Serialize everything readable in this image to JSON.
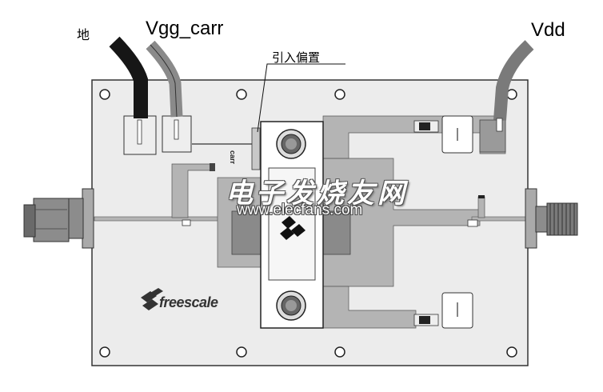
{
  "labels": {
    "ground": "地",
    "vgg": "Vgg_carr",
    "vdd": "Vdd",
    "bias": "引入偏置",
    "carr_mark": "carr"
  },
  "watermark": {
    "site_cn": "电子发烧友网",
    "url": "www.elecfans.com"
  },
  "logo": {
    "text": "freescale"
  },
  "colors": {
    "board": "#ececec",
    "trace": "#b4b4b4",
    "pad": "#9a9a9a",
    "cable_ground": "#161616",
    "cable_vgg": "#8a8a8a",
    "cable_vdd": "#7a7a7a",
    "connector": "#8c8c8c"
  }
}
